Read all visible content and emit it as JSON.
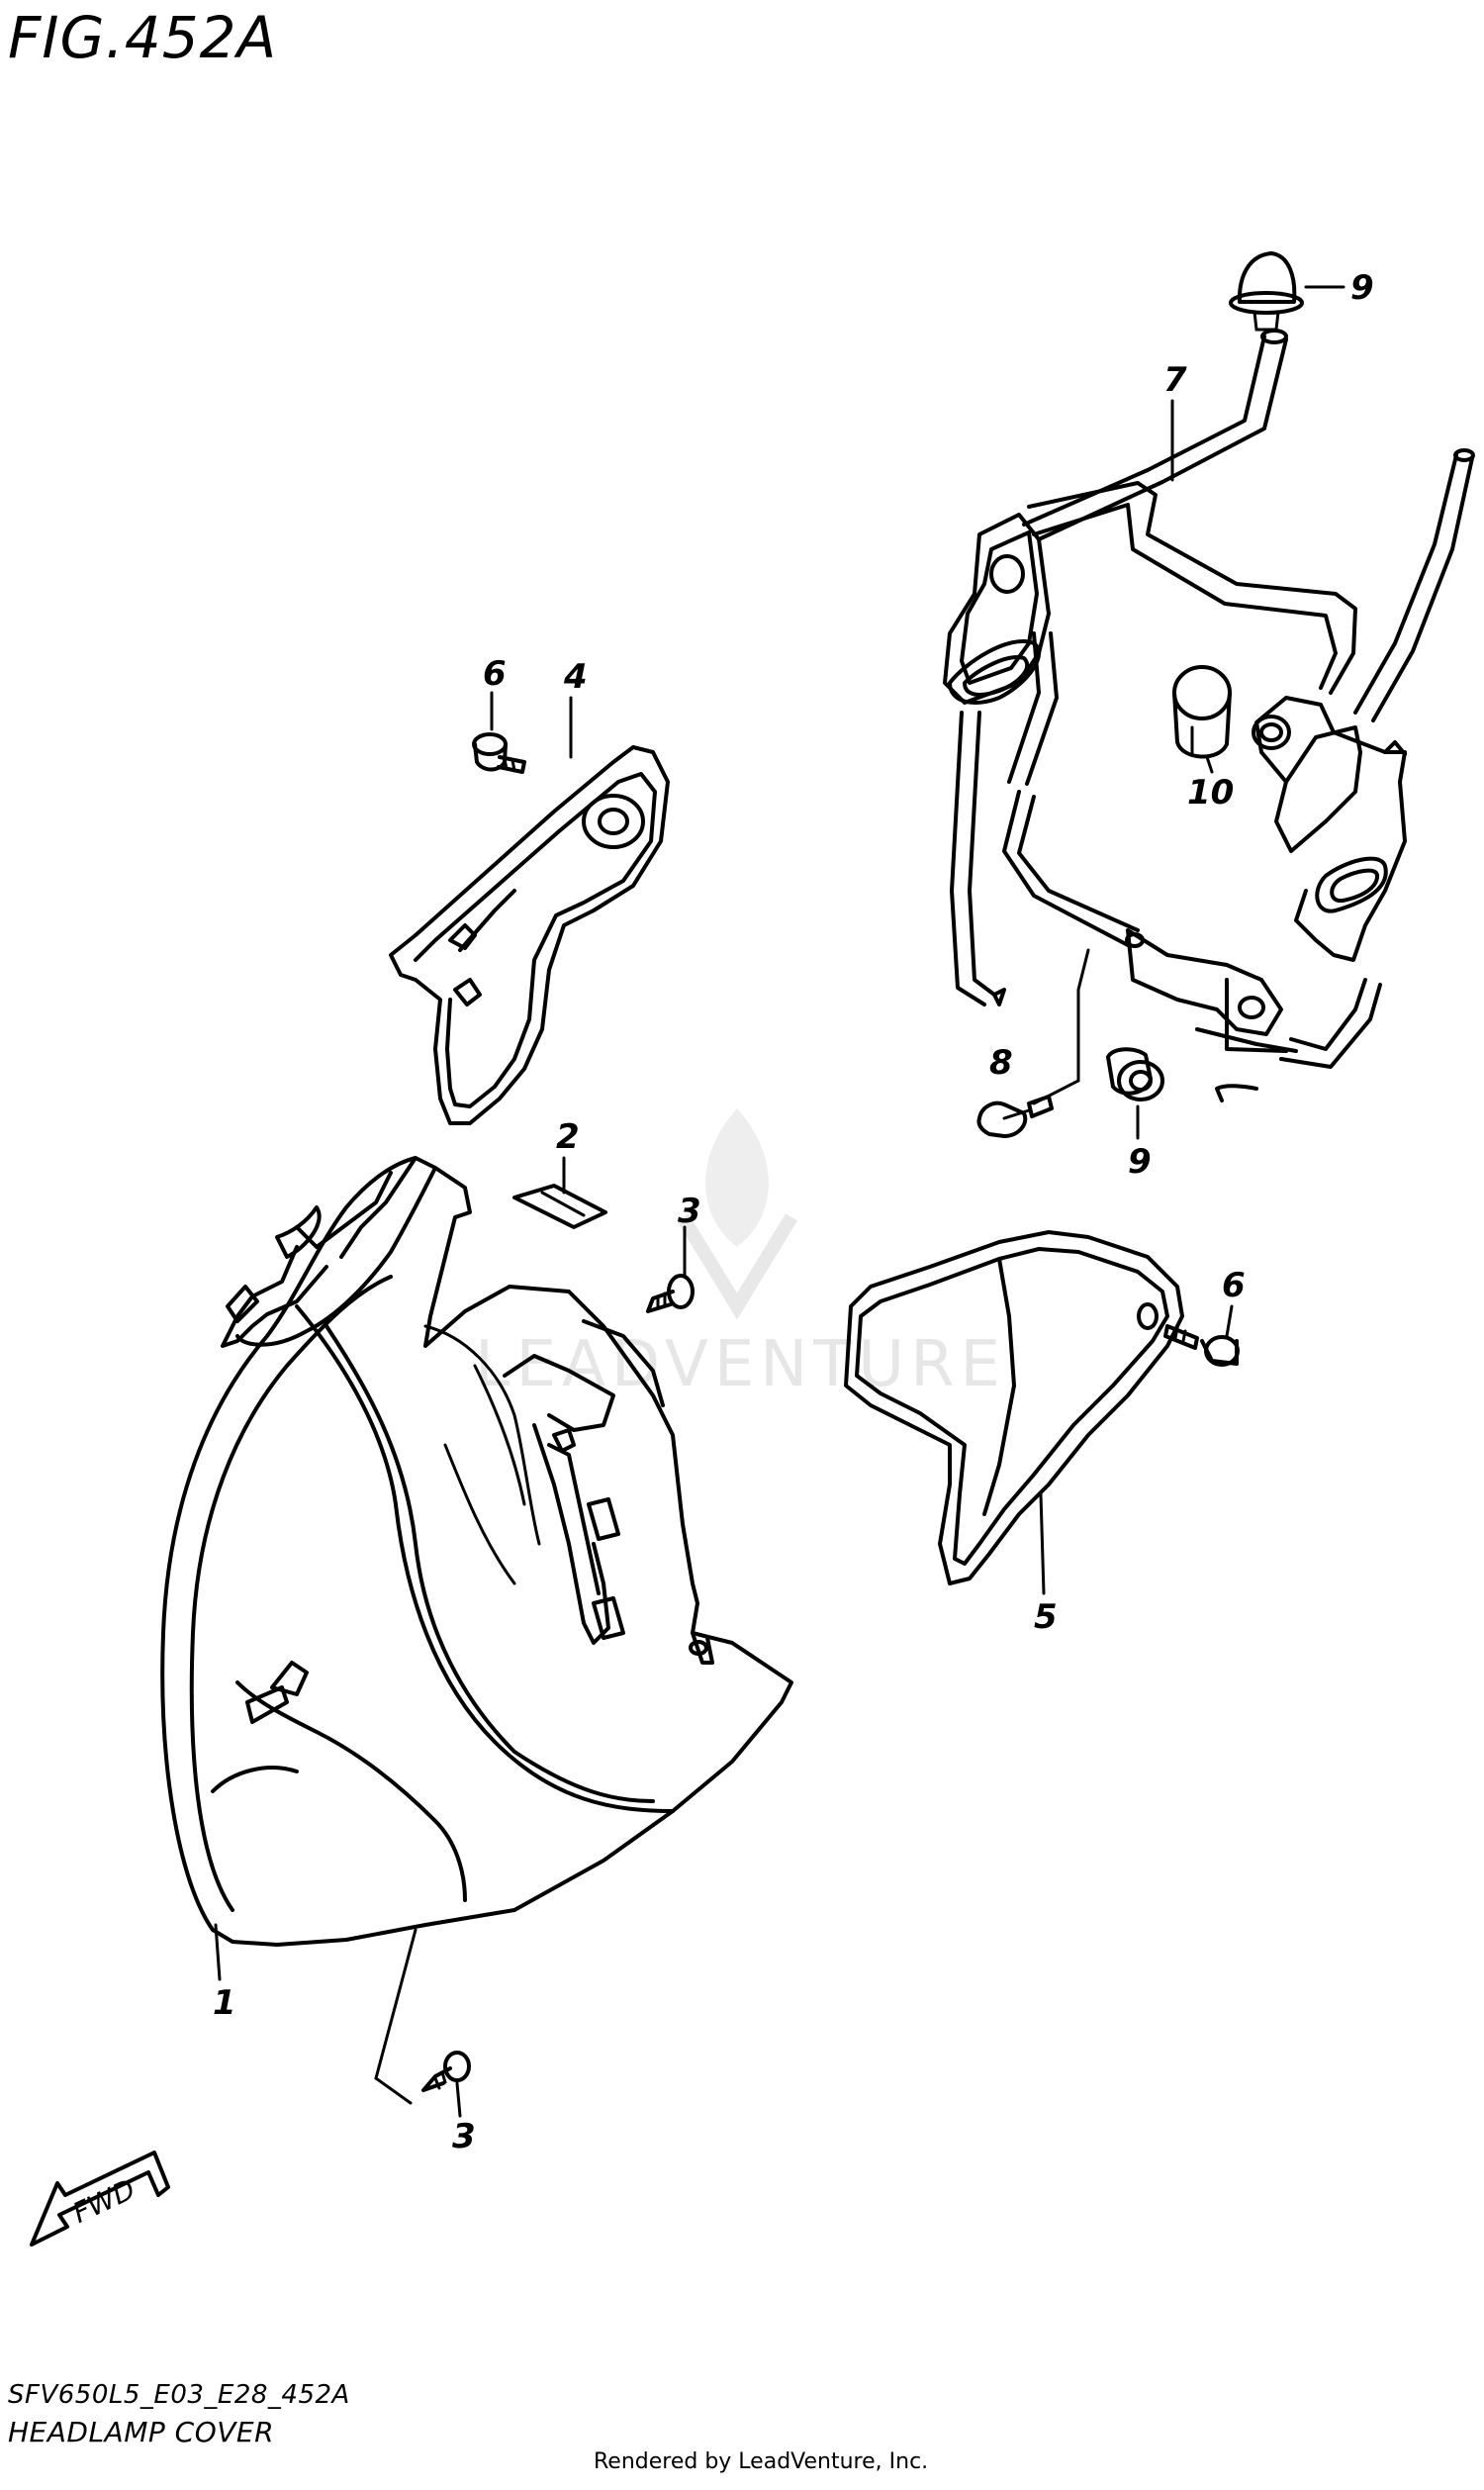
{
  "figure": {
    "title": "FIG.452A",
    "model_code": "SFV650L5_E03_E28_452A",
    "diagram_name": "HEADLAMP COVER",
    "rendered_by": "Rendered by LeadVenture, Inc.",
    "watermark": "LEADVENTURE",
    "fwd_label": "FWD"
  },
  "callouts": [
    {
      "id": "c1",
      "label": "1"
    },
    {
      "id": "c2",
      "label": "2"
    },
    {
      "id": "c3a",
      "label": "3"
    },
    {
      "id": "c3b",
      "label": "3"
    },
    {
      "id": "c4",
      "label": "4"
    },
    {
      "id": "c5",
      "label": "5"
    },
    {
      "id": "c6a",
      "label": "6"
    },
    {
      "id": "c6b",
      "label": "6"
    },
    {
      "id": "c7",
      "label": "7"
    },
    {
      "id": "c8",
      "label": "8"
    },
    {
      "id": "c9a",
      "label": "9"
    },
    {
      "id": "c9b",
      "label": "9"
    },
    {
      "id": "c10",
      "label": "10"
    }
  ]
}
